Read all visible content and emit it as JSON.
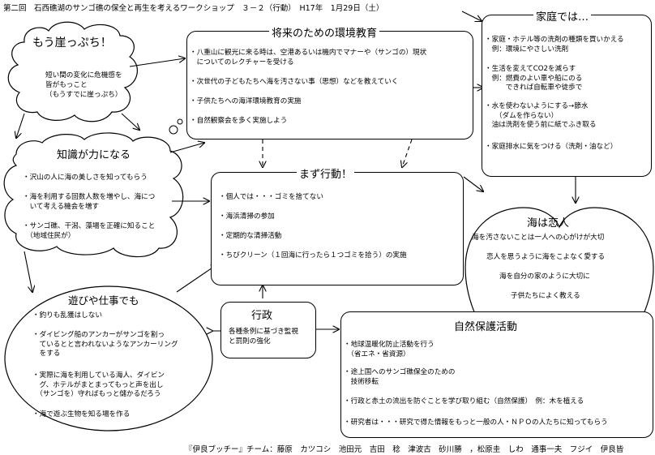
{
  "header": {
    "text": "第二回　石西礁湖のサンゴ礁の保全と再生を考えるワークショップ　３－２（行動）　H17年　1月29日（土）"
  },
  "footer": {
    "text": "『伊良ブッチー』チーム：藤原　カツコシ　池田元　吉田　稔　津波古　砂川勝　，松原圭　しわ　通事一夫　フジイ　伊良皆"
  },
  "mou_gakeppuchi": {
    "title": "もう崖っぷち！",
    "lines": [
      "短い間の変化に危機感を",
      "皆がもっこと",
      "（もうすでに崖っぷち）"
    ]
  },
  "chishiki": {
    "title": "知識が力になる",
    "items": [
      "・沢山の人に海の美しさを知ってもらう",
      "・海を利用する回数人数を増やし、海につ\n　いて考える機会を増す",
      "・サンゴ礁、干潟、藻場を正確に知ること\n　（地域住民が）"
    ]
  },
  "asobi": {
    "title": "遊びや仕事でも",
    "items": [
      "・釣りも乱獲はしない",
      "・ダイビング船のアンカーがサンゴを割っ\n　ているとと言われないようなアンカーリング\n　をする",
      "・実際に海を利用している海人、ダイビン\n　グ、ホテルがまとまってもっと声を出し\n　（サンゴを）守ればもっと儲かるだろう",
      "・海で遊ぶ生物を知る場を作る"
    ]
  },
  "kyoiku": {
    "title": "将来のための環境教育",
    "items": [
      "・八重山に観光に来る時は、空港あるいは機内でマナーや（サンゴの）現状\n　についてのレクチャーを受ける",
      "・次世代の子どもたちへ海を汚さない事（思想）などを教えていく",
      "・子供たちへの海洋環境教育の実施",
      "・自然観察会を多く実施しよう"
    ]
  },
  "mazu": {
    "title": "まず行動！",
    "items": [
      "・個人では・・・ゴミを捨てない",
      "・海浜清掃の参加",
      "・定期的な清掃活動",
      "・ちびクリーン（１回海に行ったら１つゴミを拾う）の実施"
    ]
  },
  "katei": {
    "title": "家庭では…",
    "items": [
      "・家庭・ホテル等の洗剤の種類を買いかえる\n　例：環境にやさしい洗剤",
      "・生活を変えてCO2を減らす\n　例：燃費のよい車や船にのる\n　　　できれば自転車や徒歩で",
      "・水を使わないようにする→節水\n　　（ダムを作らない）\n　油は洗剤を使う前に紙でふき取る",
      "・家庭排水に気をつける（洗剤・油など）"
    ]
  },
  "koi": {
    "title": "海は恋人",
    "lines": [
      "海を汚さないことは一人への心がけが大切",
      "恋人を思うように海をこよなく愛する",
      "海を自分の家のように大切に",
      "子供たちによく教える"
    ]
  },
  "gyosei": {
    "title": "行政",
    "lines": [
      "各種条例に基づき監視",
      "と罰則の強化"
    ]
  },
  "shizen": {
    "title": "自然保護活動",
    "items": [
      "・地球温暖化防止活動を行う\n　（省エネ・省資源）",
      "・途上国へのサンゴ礁保全のための\n　技術移転",
      "・行政と赤土の流出を防ぐことを学び取り組む（自然保護）　例：木を植える",
      "・研究者は・・・研究で得た情報をもっと一般の人・ＮＰＯの人たちに知ってもらう"
    ]
  }
}
